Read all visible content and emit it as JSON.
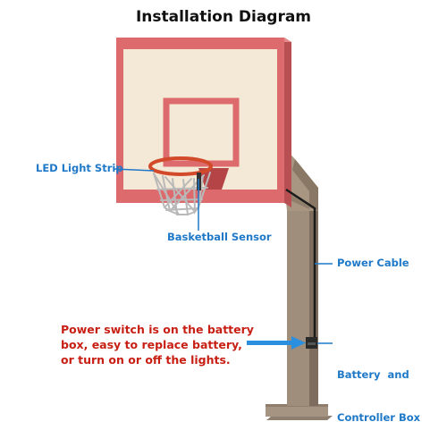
{
  "title": "Installation Diagram",
  "labels": {
    "led_light_strip": "LED Light Strip",
    "basketball_sensor": "Basketball Sensor",
    "power_cable": "Power Cable",
    "battery_box_line1": "Battery  and",
    "battery_box_line2": "Controller Box"
  },
  "note_lines": [
    "Power switch is on the battery",
    "box, easy to replace battery,",
    "or turn on or off the lights."
  ],
  "colors": {
    "label_blue": "#1f79c8",
    "note_red": "#c81f14",
    "backboard_frame": "#dd6a6c",
    "backboard_panel": "#f4e9d6",
    "pole": "#a08e7c",
    "rim": "#d24a2a",
    "cable": "#1b1b1b",
    "arrow_blue": "#2b8fe0"
  }
}
